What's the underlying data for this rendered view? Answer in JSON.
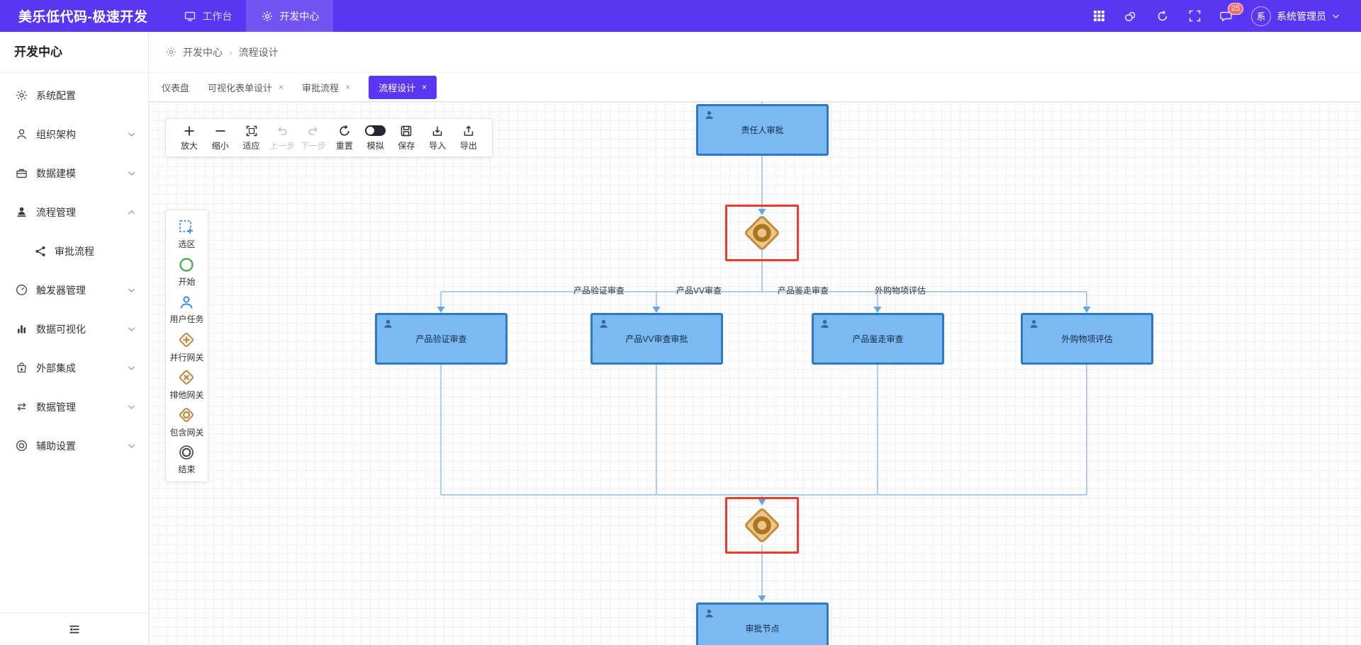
{
  "navbar": {
    "logo": "美乐低代码-极速开发",
    "menu": [
      {
        "label": "工作台"
      },
      {
        "label": "开发中心"
      }
    ],
    "notification_count": "25",
    "avatar_text": "系",
    "user_name": "系统管理员",
    "brand_color": "#5a36f2"
  },
  "sidebar": {
    "title": "开发中心",
    "items": [
      {
        "label": "系统配置"
      },
      {
        "label": "组织架构"
      },
      {
        "label": "数据建模"
      },
      {
        "label": "流程管理"
      },
      {
        "label": "审批流程"
      },
      {
        "label": "触发器管理"
      },
      {
        "label": "数据可视化"
      },
      {
        "label": "外部集成"
      },
      {
        "label": "数据管理"
      },
      {
        "label": "辅助设置"
      }
    ]
  },
  "breadcrumb": {
    "level1": "开发中心",
    "level2": "流程设计"
  },
  "tabs": [
    {
      "label": "仪表盘",
      "active": false,
      "closable": false
    },
    {
      "label": "可视化表单设计",
      "active": false,
      "closable": true
    },
    {
      "label": "审批流程",
      "active": false,
      "closable": true
    },
    {
      "label": "流程设计",
      "active": true,
      "closable": true
    }
  ],
  "toolbar": {
    "zoom_in": "放大",
    "zoom_out": "缩小",
    "fit": "适应",
    "undo": "上一步",
    "redo": "下一步",
    "reset": "重置",
    "simulate": "模拟",
    "save": "保存",
    "import": "导入",
    "export": "导出"
  },
  "palette": {
    "select": "选区",
    "start": "开始",
    "user_task": "用户任务",
    "parallel_gateway": "并行网关",
    "exclusive_gateway": "排他网关",
    "inclusive_gateway": "包含网关",
    "end": "结束"
  },
  "flow": {
    "nodes": {
      "top": "责任人审批",
      "task1": "产品验证审查",
      "task2": "产品VV审查审批",
      "task3": "产品鉴走审查",
      "task4": "外购物项评估",
      "bottom": "审批节点"
    },
    "edge_labels": [
      "产品验证审查",
      "产品VV审查",
      "产品鉴走审查",
      "外购物项评估"
    ],
    "colors": {
      "node_fill": "#7ab9f2",
      "node_border": "#2e79c6",
      "edge": "#a8cef2",
      "arrow": "#5fa8e8",
      "gateway_fill": "#edc489",
      "gateway_border": "#c08d3f",
      "selection_highlight": "#f0382b"
    }
  }
}
